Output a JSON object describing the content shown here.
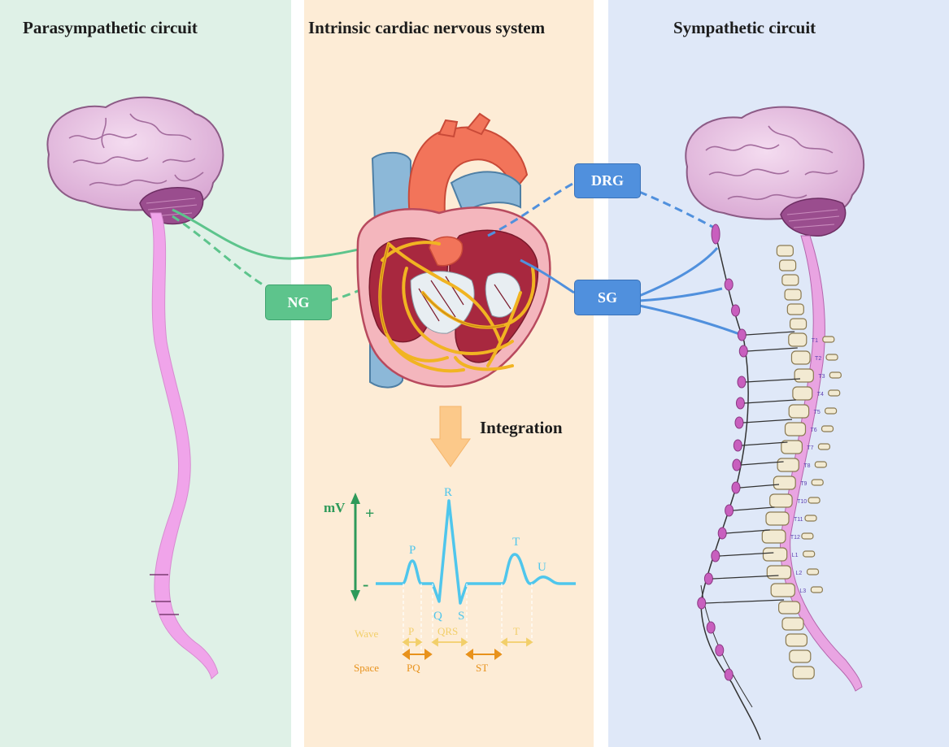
{
  "panels": {
    "left_title": "Parasympathetic circuit",
    "middle_title": "Intrinsic cardiac nervous system",
    "right_title": "Sympathetic circuit"
  },
  "nodes": {
    "ng": "NG",
    "drg": "DRG",
    "sg": "SG"
  },
  "integration_label": "Integration",
  "ecg": {
    "axis_label": "mV",
    "plus": "+",
    "minus": "-",
    "waves": {
      "p": "P",
      "q": "Q",
      "r": "R",
      "s": "S",
      "t": "T",
      "u": "U"
    },
    "row_wave_label": "Wave",
    "row_space_label": "Space",
    "intervals": {
      "p": "P",
      "qrs": "QRS",
      "t": "T",
      "pq": "PQ",
      "st": "ST"
    }
  },
  "vertebrae": [
    "T1",
    "T2",
    "T3",
    "T4",
    "T5",
    "T6",
    "T7",
    "T8",
    "T9",
    "T10",
    "T11",
    "T12",
    "L1",
    "L2",
    "L3"
  ],
  "colors": {
    "parasympathetic": "#5dc48c",
    "sympathetic": "#5090dd",
    "ecg_trace": "#4fc6ec",
    "wave_interval": "#f2cf6a",
    "space_interval": "#e8921c",
    "axis": "#2e9a5a"
  }
}
